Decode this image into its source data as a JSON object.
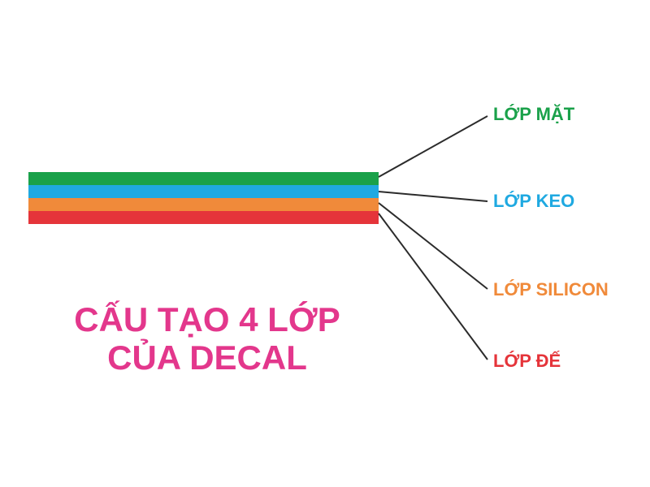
{
  "colors": {
    "title": "#e3378c",
    "leader_line": "#2b2b2b"
  },
  "layers": [
    {
      "label": "LỚP MẶT",
      "color": "#1aa14a",
      "label_color": "#1aa14a"
    },
    {
      "label": "LỚP KEO",
      "color": "#1fa9e1",
      "label_color": "#1fa9e1"
    },
    {
      "label": "LỚP SILICON",
      "color": "#f08a3a",
      "label_color": "#f08a3a"
    },
    {
      "label": "LỚP ĐẾ",
      "color": "#e5343a",
      "label_color": "#e5343a"
    }
  ],
  "title": {
    "line1": "CẤU TẠO 4 LỚP",
    "line2": "CỦA DECAL"
  }
}
